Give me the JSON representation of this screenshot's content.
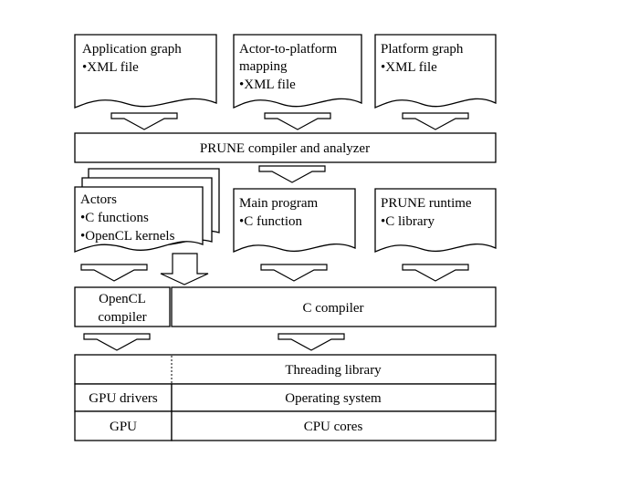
{
  "docs": {
    "app": {
      "title": "Application graph",
      "items": [
        "•XML file"
      ]
    },
    "mapping": {
      "title": "Actor-to-platform",
      "title2": "mapping",
      "items": [
        "•XML file"
      ]
    },
    "platform": {
      "title": "Platform graph",
      "items": [
        "•XML file"
      ]
    }
  },
  "compiler_box": "PRUNE compiler and analyzer",
  "outputs": {
    "actors": {
      "title": "Actors",
      "items": [
        "•C functions",
        "•OpenCL kernels"
      ]
    },
    "main": {
      "title": "Main program",
      "items": [
        "•C function"
      ]
    },
    "runtime": {
      "title": "PRUNE runtime",
      "items": [
        "•C library"
      ]
    }
  },
  "compilers": {
    "opencl_line1": "OpenCL",
    "opencl_line2": "compiler",
    "c": "C compiler"
  },
  "platform_stack": {
    "threading": "Threading library",
    "gpu_drivers": "GPU drivers",
    "os": "Operating system",
    "gpu": "GPU",
    "cpu": "CPU cores"
  },
  "colors": {
    "stroke": "#000000",
    "background": "#ffffff"
  }
}
